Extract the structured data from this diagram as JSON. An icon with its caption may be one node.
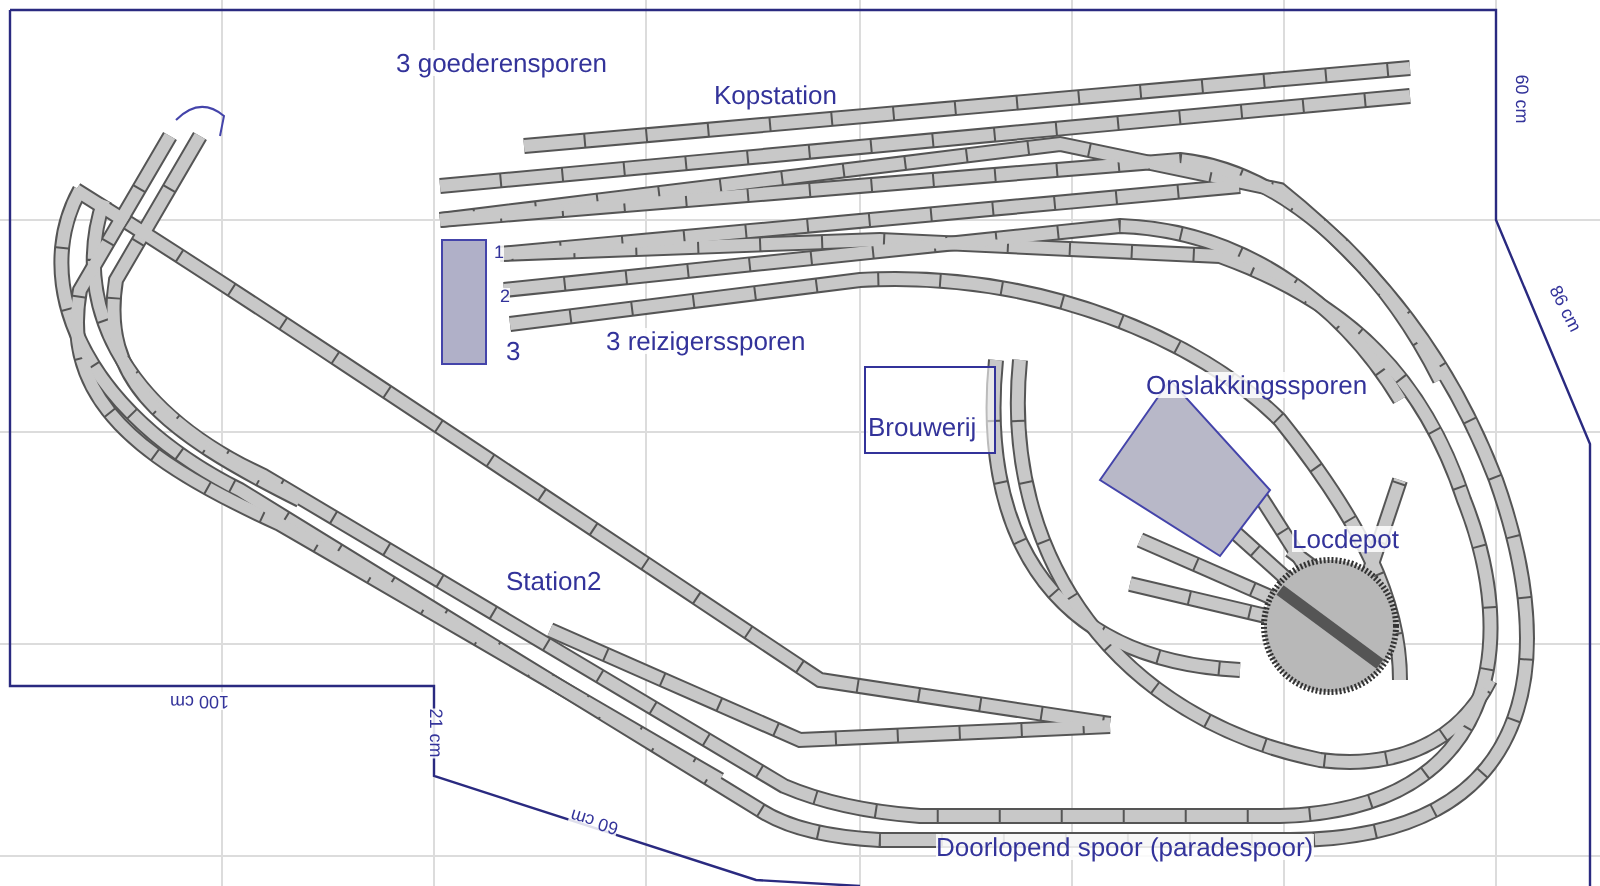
{
  "diagram": {
    "nodes": [
      {
        "text": [
          "Brouwerij"
        ]
      }
    ],
    "labels": [
      "3 goederensporen",
      "Kopstation",
      "60 cm",
      "86 cm",
      "1",
      "2",
      "3",
      "3 reizigerssporen",
      "Onslakkingssporen",
      "Locdepot",
      "Station2",
      "100 cm",
      "21 cm",
      "60 cm",
      "Doorlopend spoor (paradespoor)"
    ]
  }
}
